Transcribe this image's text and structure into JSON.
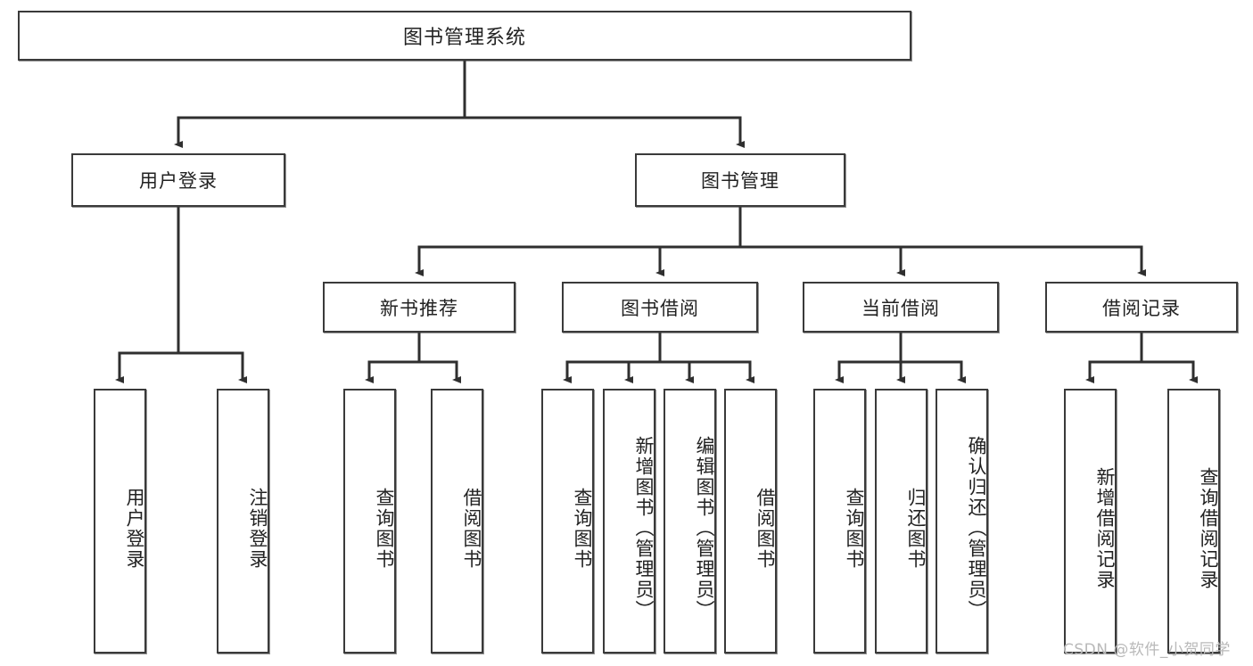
{
  "diagram": {
    "type": "tree-hierarchy",
    "title": "图书管理系统",
    "watermark": "CSDN @软件_小贺同学",
    "colors": {
      "box_border": "#3a3a3a",
      "box_fill": "#ffffff",
      "connector": "#2f2f2f",
      "text": "#222222",
      "watermark": "#b9b9b9"
    },
    "root": {
      "label": "图书管理系统"
    },
    "level2": [
      {
        "label": "用户登录"
      },
      {
        "label": "图书管理"
      }
    ],
    "level3": [
      {
        "label": "新书推荐"
      },
      {
        "label": "图书借阅"
      },
      {
        "label": "当前借阅"
      },
      {
        "label": "借阅记录"
      }
    ],
    "leaves": {
      "user_login": [
        {
          "label": "用户登录"
        },
        {
          "label": "注销登录"
        }
      ],
      "new_book_recommend": [
        {
          "label": "查询图书"
        },
        {
          "label": "借阅图书"
        }
      ],
      "book_borrow": [
        {
          "label": "查询图书"
        },
        {
          "label": "新增图书（管理员）"
        },
        {
          "label": "编辑图书（管理员）"
        },
        {
          "label": "借阅图书"
        }
      ],
      "current_borrow": [
        {
          "label": "查询图书"
        },
        {
          "label": "归还图书"
        },
        {
          "label": "确认归还（管理员）"
        }
      ],
      "borrow_record": [
        {
          "label": "新增借阅记录"
        },
        {
          "label": "查询借阅记录"
        }
      ]
    }
  }
}
